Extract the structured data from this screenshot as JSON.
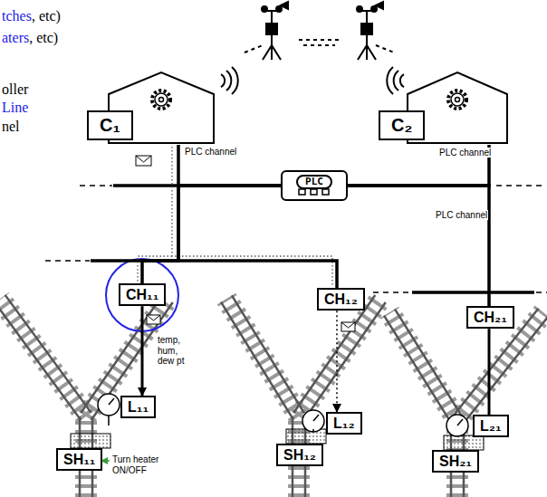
{
  "diagram": {
    "nodes": [
      {
        "text": [
          "C₁"
        ]
      },
      {
        "text": [
          "C₂"
        ]
      },
      {
        "text": [
          "PLC"
        ]
      },
      {
        "text": [
          "CH₁₁"
        ]
      },
      {
        "text": [
          "CH₁₂"
        ]
      },
      {
        "text": [
          "CH₂₁"
        ]
      },
      {
        "text": [
          "L₁₁"
        ]
      },
      {
        "text": [
          "L₁₂"
        ]
      },
      {
        "text": [
          "L₂₁"
        ]
      },
      {
        "text": [
          "SH₁₁"
        ]
      },
      {
        "text": [
          "SH₁₂"
        ]
      },
      {
        "text": [
          "SH₂₁"
        ]
      }
    ],
    "edges": [
      {
        "from": 0,
        "to": 2,
        "arrow": "none"
      },
      {
        "from": 1,
        "to": 2,
        "arrow": "none"
      },
      {
        "from": 2,
        "to": 3,
        "arrow": "none"
      },
      {
        "from": 2,
        "to": 4,
        "arrow": "none"
      },
      {
        "from": 2,
        "to": 5,
        "arrow": "none"
      },
      {
        "from": 3,
        "to": 6,
        "label": "temp, hum, dew pt",
        "arrow": "to"
      },
      {
        "from": 4,
        "to": 7,
        "arrow": "to"
      },
      {
        "from": 5,
        "to": 8,
        "arrow": "none"
      }
    ],
    "labels": [
      "tches",
      ", etc)",
      "aters",
      ", etc)",
      "oller",
      "Line",
      "nel",
      "PLC channel",
      "PLC channel",
      "PLC channel",
      "Turn heater ON/OFF"
    ]
  }
}
